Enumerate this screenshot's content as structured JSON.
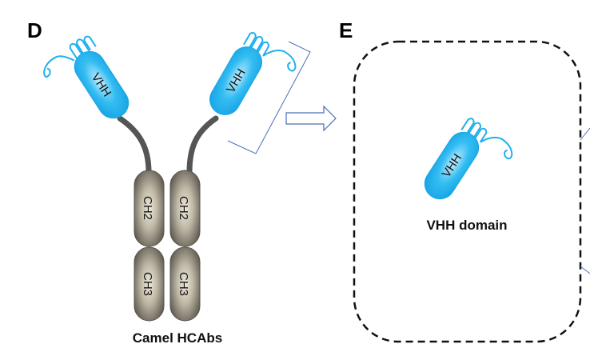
{
  "panels": {
    "d": {
      "label": "D",
      "caption": "Camel HCAbs",
      "heavy_chains": [
        {
          "variable": "VHH",
          "constant": [
            "CH2",
            "CH3"
          ]
        },
        {
          "variable": "VHH",
          "constant": [
            "CH2",
            "CH3"
          ]
        }
      ]
    },
    "e": {
      "label": "E",
      "domain_label": "VHH",
      "caption": "VHH domain"
    }
  },
  "colors": {
    "vhh_fill": "#29b6f0",
    "vhh_highlight": "#bfeaff",
    "constant_fill": "#6b665c",
    "constant_highlight": "#e9e4d6",
    "hinge": "#555555",
    "bracket_arrow": "#4a6fb5",
    "dashed_border": "#111111"
  }
}
